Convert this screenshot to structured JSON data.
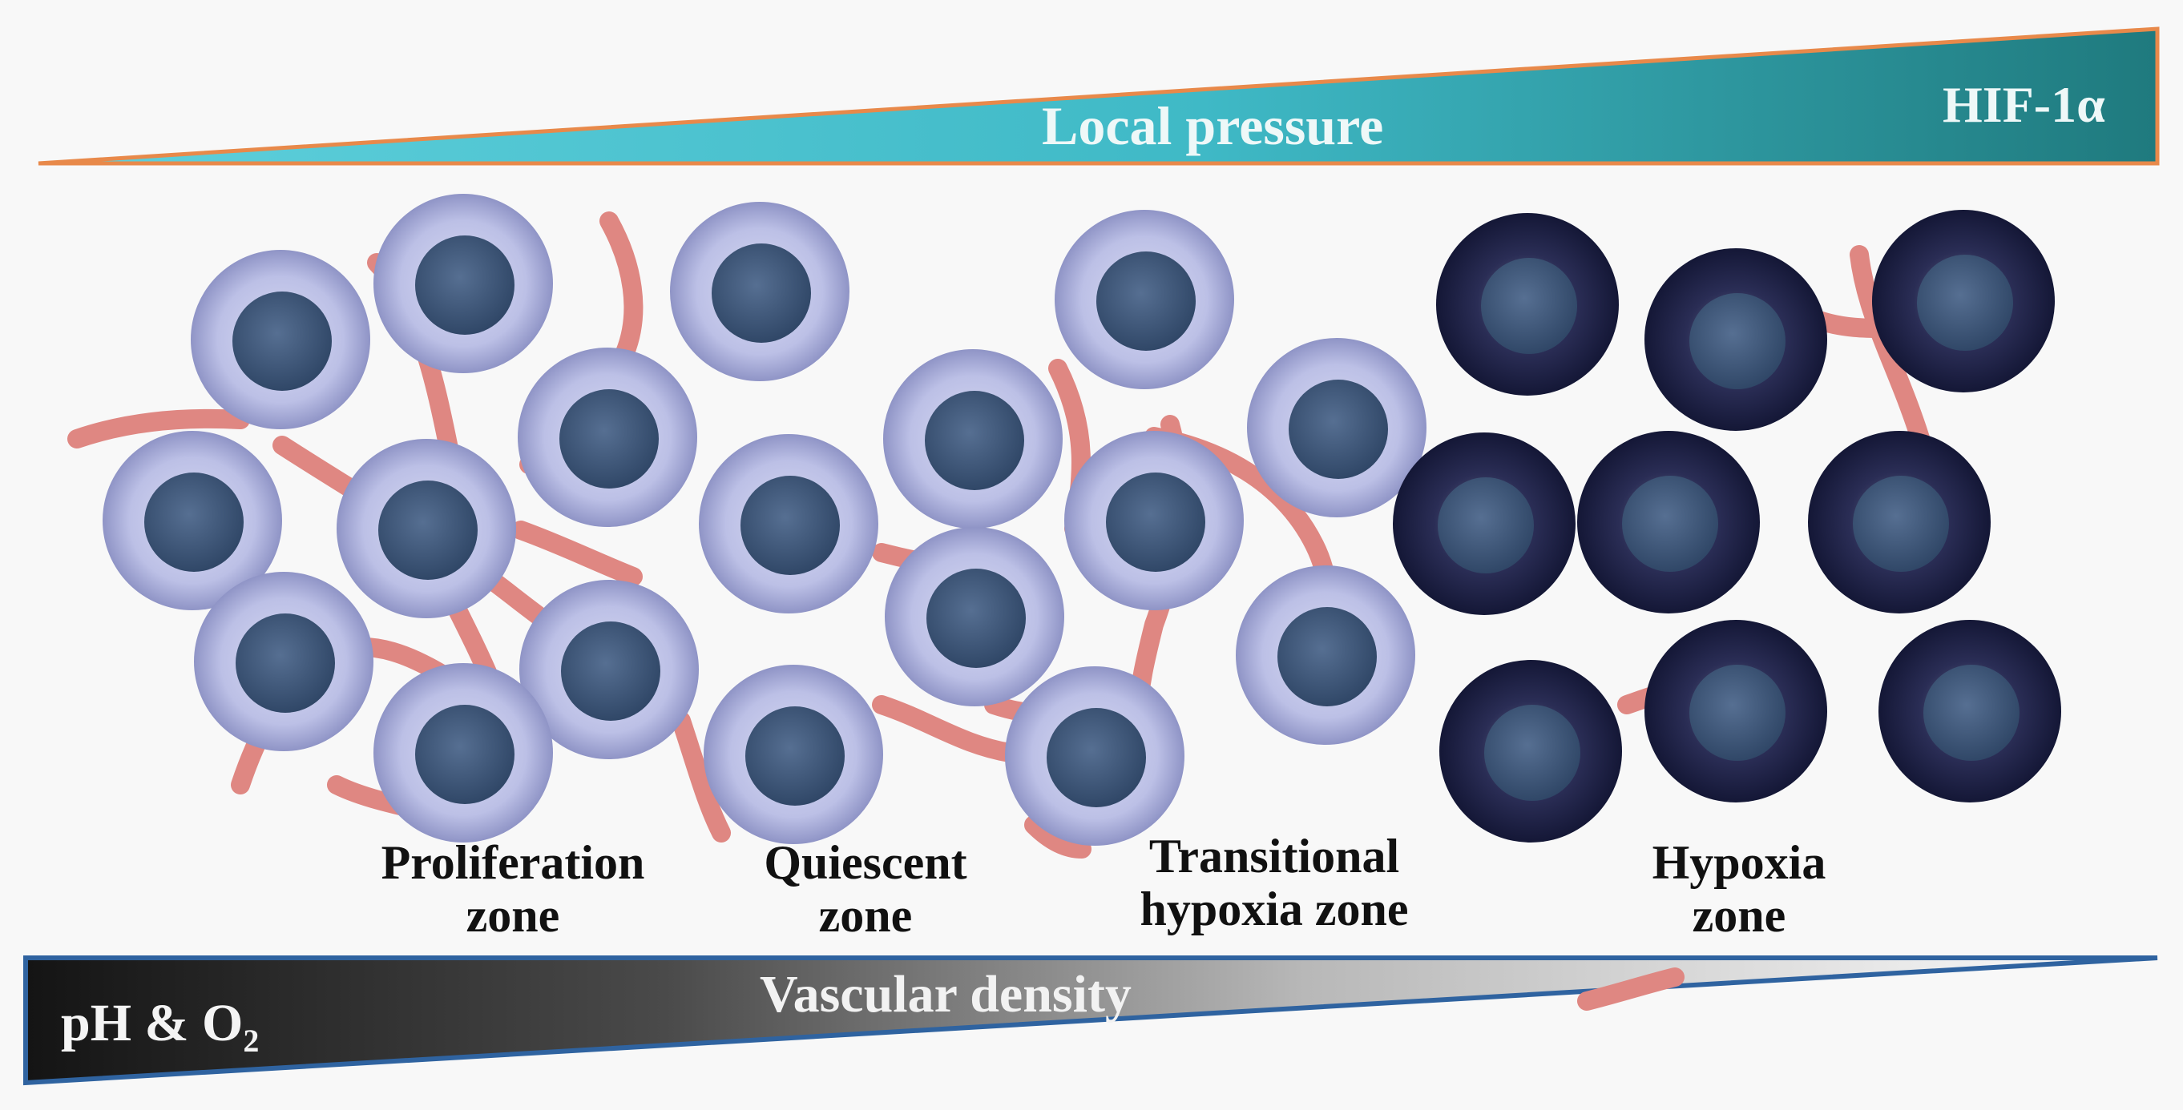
{
  "top_gradient": {
    "label": "Local pressure",
    "end_label": "HIF-1α",
    "color_start": "#56c7d6",
    "color_end": "#1f7f82",
    "edge_color": "#e8894a"
  },
  "bottom_gradient": {
    "label": "Vascular density",
    "start_label_main": "pH & O",
    "start_label_sub": "2",
    "color_start": "#151515",
    "color_end": "#ffffff",
    "edge_color": "#3a6fa8"
  },
  "zones": [
    {
      "line1": "Proliferation",
      "line2": "zone"
    },
    {
      "line1": "Quiescent",
      "line2": "zone"
    },
    {
      "line1": "Transitional",
      "line2": "hypoxia zone"
    },
    {
      "line1": "Hypoxia",
      "line2": "zone"
    }
  ],
  "colors": {
    "normoxic_cell": "#b9bde6",
    "hypoxic_cell": "#1b1f44",
    "nucleus": "#3c5a7e",
    "vessel": "#e28a86"
  }
}
